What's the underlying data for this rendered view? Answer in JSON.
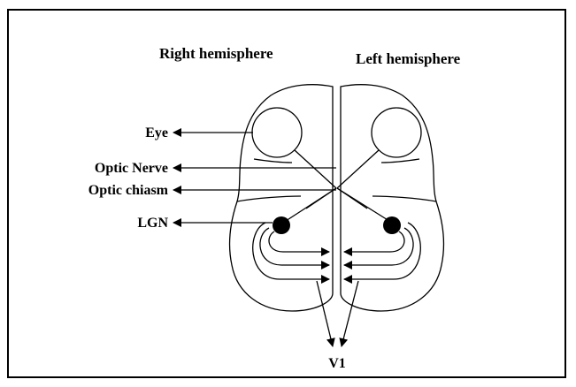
{
  "headings": {
    "right_hemisphere": "Right hemisphere",
    "left_hemisphere": "Left hemisphere"
  },
  "labels": {
    "eye": "Eye",
    "optic_nerve": "Optic Nerve",
    "optic_chiasm": "Optic chiasm",
    "lgn": "LGN",
    "v1": "V1"
  },
  "colors": {
    "line": "#000000",
    "background": "#ffffff"
  }
}
